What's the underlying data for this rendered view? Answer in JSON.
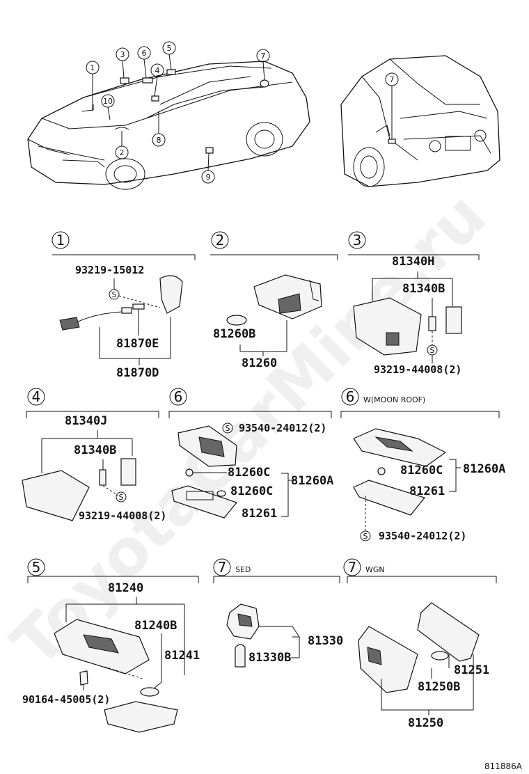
{
  "watermark": "ToyotaCarMine.ru",
  "drawing_ref": "811886A",
  "overview_callouts": [
    "1",
    "2",
    "3",
    "4",
    "5",
    "6",
    "7",
    "8",
    "9",
    "10",
    "7"
  ],
  "sections": {
    "s1": {
      "num": "1",
      "tag": "",
      "parts": [
        "93219-15012",
        "81870E",
        "81870D"
      ]
    },
    "s2": {
      "num": "2",
      "tag": "",
      "parts": [
        "81260B",
        "81260"
      ]
    },
    "s3": {
      "num": "3",
      "tag": "",
      "parts": [
        "81340H",
        "81340B",
        "93219-44008(2)"
      ]
    },
    "s4": {
      "num": "4",
      "tag": "",
      "parts": [
        "81340J",
        "81340B",
        "93219-44008(2)"
      ]
    },
    "s6a": {
      "num": "6",
      "tag": "",
      "parts": [
        "93540-24012(2)",
        "81260C",
        "81260C",
        "81260A",
        "81261"
      ]
    },
    "s6b": {
      "num": "6",
      "tag": "W(MOON ROOF)",
      "parts": [
        "81260C",
        "81260A",
        "81261",
        "93540-24012(2)"
      ]
    },
    "s5": {
      "num": "5",
      "tag": "",
      "parts": [
        "81240",
        "81240B",
        "81241",
        "90164-45005(2)"
      ]
    },
    "s7a": {
      "num": "7",
      "tag": "SED",
      "parts": [
        "81330",
        "81330B"
      ]
    },
    "s7b": {
      "num": "7",
      "tag": "WGN",
      "parts": [
        "81251",
        "81250B",
        "81250"
      ]
    }
  }
}
